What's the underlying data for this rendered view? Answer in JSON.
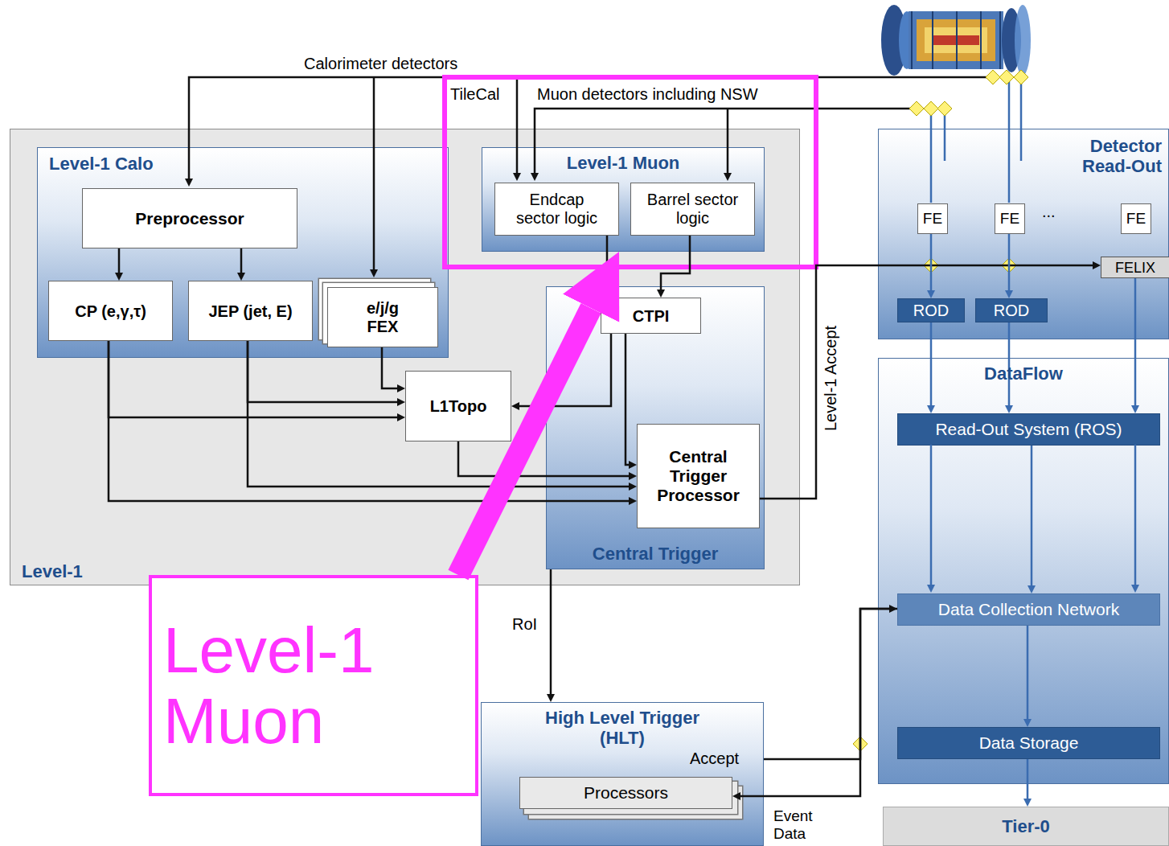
{
  "diagram": {
    "nodes": [
      {
        "text": [
          "Level-1"
        ]
      },
      {
        "text": [
          "Level-1 Calo"
        ],
        "in": 0
      },
      {
        "text": [
          "Preprocessor"
        ],
        "in": 1
      },
      {
        "text": [
          "CP (e,γ,τ)"
        ],
        "in": 1
      },
      {
        "text": [
          "JEP (jet, E)"
        ],
        "in": 1
      },
      {
        "text": [
          "e/j/g FEX"
        ],
        "in": 1
      },
      {
        "text": [
          "Level-1 Muon"
        ],
        "in": 0
      },
      {
        "text": [
          "Endcap sector logic"
        ],
        "in": 6
      },
      {
        "text": [
          "Barrel sector logic"
        ],
        "in": 6
      },
      {
        "text": [
          "Central Trigger"
        ],
        "in": 0
      },
      {
        "text": [
          "CTPI"
        ],
        "in": 9
      },
      {
        "text": [
          "Central Trigger Processor"
        ],
        "in": 9
      },
      {
        "text": [
          "L1Topo"
        ],
        "in": 0
      },
      {
        "text": [
          "Detector Read-Out"
        ]
      },
      {
        "text": [
          "FE"
        ],
        "in": 13
      },
      {
        "text": [
          "FE"
        ],
        "in": 13
      },
      {
        "text": [
          "FE"
        ],
        "in": 13
      },
      {
        "text": [
          "FELIX"
        ],
        "in": 13
      },
      {
        "text": [
          "ROD"
        ],
        "in": 13
      },
      {
        "text": [
          "ROD"
        ],
        "in": 13
      },
      {
        "text": [
          "DataFlow"
        ]
      },
      {
        "text": [
          "Read-Out System (ROS)"
        ],
        "in": 20
      },
      {
        "text": [
          "Data Collection Network"
        ],
        "in": 20
      },
      {
        "text": [
          "Data Storage"
        ],
        "in": 20
      },
      {
        "text": [
          "High Level Trigger (HLT)"
        ]
      },
      {
        "text": [
          "Processors"
        ],
        "in": 24
      },
      {
        "text": [
          "Tier-0"
        ]
      },
      {
        "text": [
          "Level-1 Muon"
        ]
      }
    ],
    "edges": [
      {
        "from": 2,
        "to": 3,
        "arrow": "to"
      },
      {
        "from": 2,
        "to": 4,
        "arrow": "to"
      },
      {
        "from": 3,
        "to": 12,
        "arrow": "to"
      },
      {
        "from": 3,
        "to": 11,
        "arrow": "to"
      },
      {
        "from": 4,
        "to": 12,
        "arrow": "to"
      },
      {
        "from": 4,
        "to": 11,
        "arrow": "to"
      },
      {
        "from": 5,
        "to": 12,
        "arrow": "to"
      },
      {
        "from": 7,
        "to": 10,
        "arrow": "to"
      },
      {
        "from": 8,
        "to": 10,
        "arrow": "to"
      },
      {
        "from": 10,
        "to": 12,
        "arrow": "to"
      },
      {
        "from": 10,
        "to": 11,
        "arrow": "to"
      },
      {
        "from": 12,
        "to": 11,
        "arrow": "to"
      },
      {
        "from": 11,
        "to": 17,
        "label": "Level-1 Accept",
        "arrow": "to"
      },
      {
        "from": 9,
        "to": 24,
        "label": "RoI",
        "arrow": "to"
      },
      {
        "from": 14,
        "to": 18,
        "arrow": "to"
      },
      {
        "from": 15,
        "to": 19,
        "arrow": "to"
      },
      {
        "from": 18,
        "to": 21,
        "arrow": "to"
      },
      {
        "from": 19,
        "to": 21,
        "arrow": "to"
      },
      {
        "from": 17,
        "to": 21,
        "arrow": "to"
      },
      {
        "from": 21,
        "to": 22,
        "arrow": "to"
      },
      {
        "from": 22,
        "to": 23,
        "arrow": "to"
      },
      {
        "from": 23,
        "to": 26,
        "arrow": "to"
      },
      {
        "from": 24,
        "to": 22,
        "label": "Accept",
        "arrow": "to"
      },
      {
        "from": 22,
        "to": 25,
        "label": "Event Data",
        "arrow": "to"
      },
      {
        "from": 27,
        "to": 6,
        "arrow": "to"
      }
    ],
    "labels": [
      "Calorimeter detectors",
      "TileCal",
      "Muon detectors including NSW",
      "..."
    ]
  }
}
